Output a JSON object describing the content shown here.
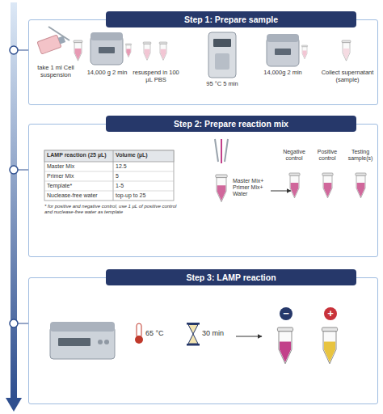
{
  "diagram": {
    "nodes": [
      {
        "text": [
          "Step 1: Prepare sample"
        ]
      },
      {
        "text": [
          "Step 2: Prepare reaction mix"
        ]
      },
      {
        "text": [
          "Step 3: LAMP reaction"
        ]
      },
      {
        "text": [
          "−"
        ],
        "in": 2
      },
      {
        "text": [
          "+"
        ],
        "in": 2
      }
    ],
    "labels": [
      "take 1 ml Cell suspension",
      "14,000 g 2 min",
      "resuspend in 100 µL PBS",
      "95 °C 5 min",
      "14,000g 2 min",
      "Collect supernatant (sample)",
      "LAMP reaction (25 µL)",
      "Volume (µL)",
      "Master Mix",
      "12.5",
      "Primer Mix",
      "5",
      "Template*",
      "1-5",
      "Nuclease-free water",
      "top-up to 25",
      "* for positive and negative control, use 1 µL of positive control and nuclease-free water as template",
      "Master Mix+ Primer Mix+ Water",
      "Negative control",
      "Positive control",
      "Testing sample(s)",
      "65 °C",
      "30 min"
    ]
  }
}
